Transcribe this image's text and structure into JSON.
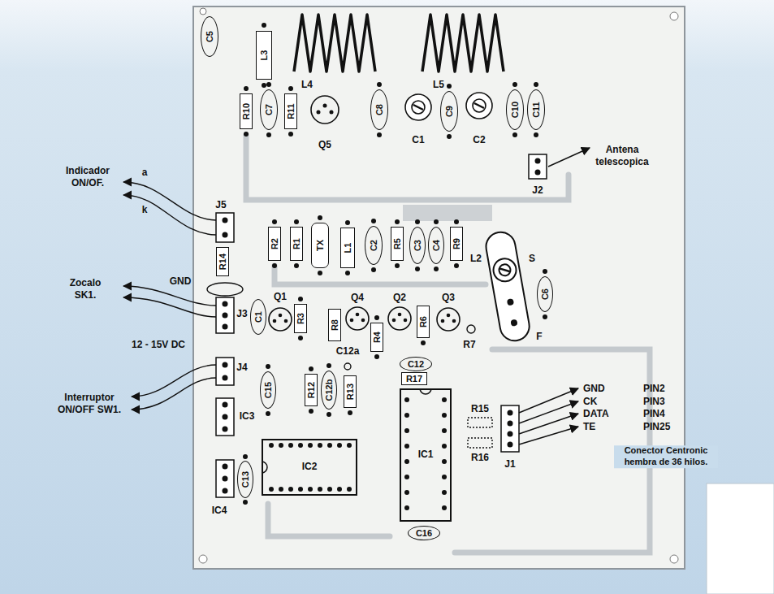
{
  "diagram": {
    "nodes": [
      {
        "text": [
          "C5"
        ]
      },
      {
        "text": [
          "L3"
        ]
      },
      {
        "text": [
          "R10"
        ]
      },
      {
        "text": [
          "C7"
        ]
      },
      {
        "text": [
          "R11"
        ]
      },
      {
        "text": [
          "C8"
        ]
      },
      {
        "text": [
          "C9"
        ]
      },
      {
        "text": [
          "C10"
        ]
      },
      {
        "text": [
          "C11"
        ]
      },
      {
        "text": [
          "R2"
        ]
      },
      {
        "text": [
          "R1"
        ]
      },
      {
        "text": [
          "TX"
        ]
      },
      {
        "text": [
          "L1"
        ]
      },
      {
        "text": [
          "C2"
        ]
      },
      {
        "text": [
          "R5"
        ]
      },
      {
        "text": [
          "C3"
        ]
      },
      {
        "text": [
          "C4"
        ]
      },
      {
        "text": [
          "R9"
        ]
      },
      {
        "text": [
          "C6"
        ]
      },
      {
        "text": [
          "R14"
        ]
      },
      {
        "text": [
          "C1"
        ]
      },
      {
        "text": [
          "R3"
        ]
      },
      {
        "text": [
          "R8"
        ]
      },
      {
        "text": [
          "R6"
        ]
      },
      {
        "text": [
          "R4"
        ]
      },
      {
        "text": [
          "C12"
        ]
      },
      {
        "text": [
          "R17"
        ]
      },
      {
        "text": [
          "C15"
        ]
      },
      {
        "text": [
          "R12"
        ]
      },
      {
        "text": [
          "C12b"
        ]
      },
      {
        "text": [
          "R13"
        ]
      },
      {
        "text": [
          "IC2"
        ]
      },
      {
        "text": [
          "IC1"
        ]
      },
      {
        "text": [
          "C13"
        ]
      },
      {
        "text": [
          "C16"
        ]
      }
    ],
    "labels": [
      "L4",
      "L5",
      "Q5",
      "C1",
      "C2",
      "Antena telescopica",
      "Indicador ON/OF.",
      "a",
      "k",
      "J5",
      "J2",
      "L2",
      "S",
      "GND",
      "Zocalo SK1.",
      "J3",
      "Q1",
      "Q4",
      "Q2",
      "Q3",
      "12 - 15V DC",
      "F",
      "R7",
      "C12a",
      "J4",
      "Interruptor ON/OFF SW1.",
      "IC3",
      "R15",
      "GND",
      "PIN2",
      "CK",
      "PIN3",
      "DATA",
      "PIN4",
      "TE",
      "PIN25",
      "R16",
      "J1",
      "Conector Centronic hembra de 36 hilos.",
      "IC4"
    ]
  }
}
